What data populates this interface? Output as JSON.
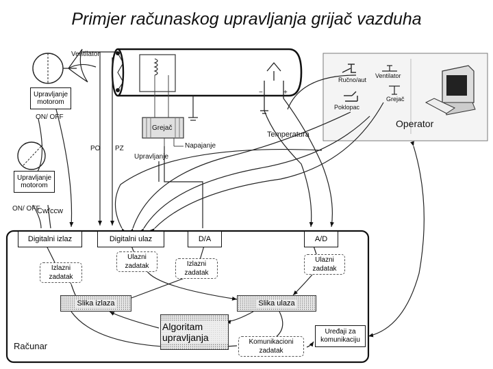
{
  "title": "Primjer računaskog upravljanja grijač vazduha",
  "plant": {
    "ventilator": "Ventilator",
    "motor_control_1": "Upravljanje motorom",
    "onoff_1": "ON/ OFF",
    "motor_control_2": "Upravljanje motorom",
    "onoff_2": "ON/ OFF",
    "cwccw": "Cw/ccw",
    "heater": "Grejač",
    "supply": "Napajanje",
    "control": "Upravljanje",
    "po": "PO",
    "pz": "PZ",
    "temperature": "Temperatura",
    "minus": "−",
    "plus": "+"
  },
  "operator": {
    "manual_auto": "Ručno/aut",
    "ventilator": "Ventilator",
    "heater": "Grejač",
    "cover": "Poklopac",
    "label": "Operator"
  },
  "computer": {
    "label": "Računar",
    "digital_out": "Digitalni izlaz",
    "digital_in": "Digitalni ulaz",
    "da": "D/A",
    "ad": "A/D",
    "output_task_1": "Izlazni zadatak",
    "input_task_1": "Ulazni zadatak",
    "output_task_2": "Izlazni zadatak",
    "input_task_2": "Ulazni zadatak",
    "output_image": "Slika izlaza",
    "input_image": "Slika ulaza",
    "algorithm": "Algoritam upravljanja",
    "comm_device": "Uređaji za komunikaciju",
    "comm_task": "Komunikacioni zadatak"
  }
}
